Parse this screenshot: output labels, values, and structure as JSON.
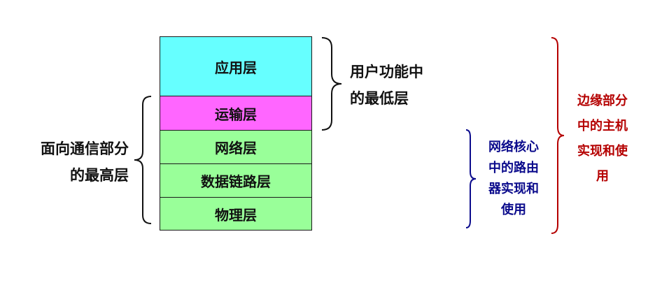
{
  "layers": {
    "application": "应用层",
    "transport": "运输层",
    "network": "网络层",
    "data_link": "数据链路层",
    "physical": "物理层"
  },
  "annotations": {
    "user_functions": "用户功能中\n的最低层",
    "communication": "面向通信部分\n的最高层",
    "network_core": "网络核心\n中的路由\n器实现和\n使用",
    "network_edge": "边缘部分\n中的主机\n实现和使\n用"
  },
  "colors": {
    "application": "#66ffff",
    "transport": "#ff66ff",
    "network": "#99ff99",
    "data_link": "#99ff99",
    "physical": "#99ff99",
    "core_text": "#0b0b8c",
    "edge_text": "#b50000"
  }
}
